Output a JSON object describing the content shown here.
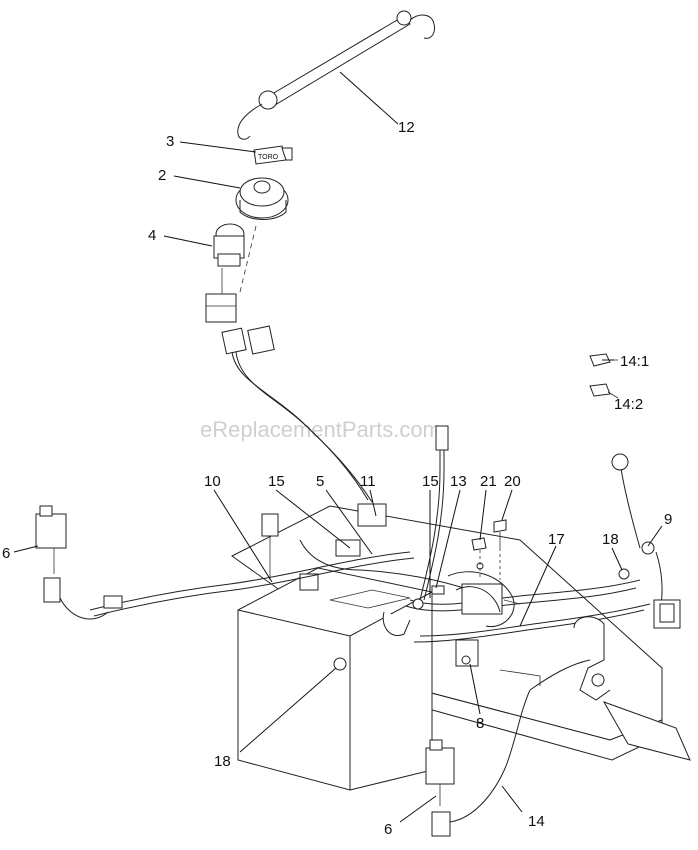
{
  "watermark": "eReplacementParts.com",
  "key_label": "TORO",
  "callouts": [
    {
      "id": "c-12",
      "label": "12"
    },
    {
      "id": "c-3",
      "label": "3"
    },
    {
      "id": "c-2",
      "label": "2"
    },
    {
      "id": "c-4",
      "label": "4"
    },
    {
      "id": "c-14-1",
      "label": "14:1"
    },
    {
      "id": "c-14-2",
      "label": "14:2"
    },
    {
      "id": "c-10",
      "label": "10"
    },
    {
      "id": "c-15a",
      "label": "15"
    },
    {
      "id": "c-5",
      "label": "5"
    },
    {
      "id": "c-11",
      "label": "11"
    },
    {
      "id": "c-15b",
      "label": "15"
    },
    {
      "id": "c-13",
      "label": "13"
    },
    {
      "id": "c-21",
      "label": "21"
    },
    {
      "id": "c-20",
      "label": "20"
    },
    {
      "id": "c-9",
      "label": "9"
    },
    {
      "id": "c-17",
      "label": "17"
    },
    {
      "id": "c-18a",
      "label": "18"
    },
    {
      "id": "c-6a",
      "label": "6"
    },
    {
      "id": "c-8",
      "label": "8"
    },
    {
      "id": "c-18b",
      "label": "18"
    },
    {
      "id": "c-6b",
      "label": "6"
    },
    {
      "id": "c-14",
      "label": "14"
    }
  ]
}
